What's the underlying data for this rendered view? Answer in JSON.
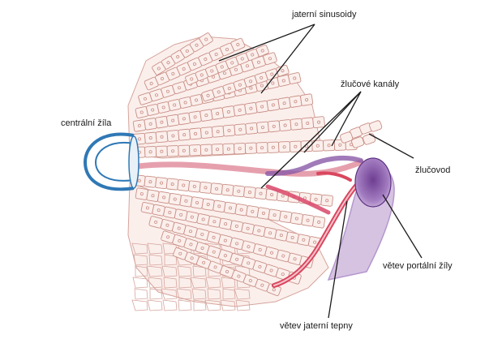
{
  "labels": {
    "sinusoids": "jaterní sinusoidy",
    "bile_canals": "žlučové kanály",
    "central_vein": "centrální žíla",
    "bile_duct": "žlučovod",
    "portal_vein_branch": "větev portální žíly",
    "hepatic_artery_branch": "větev jaterní tepny"
  },
  "colors": {
    "cell_outline": "#c98f86",
    "cell_fill": "#fbefec",
    "nucleus": "#c98f86",
    "central_vein": "#2f78b5",
    "sinusoid_red": "#e6a0ad",
    "portal_vein": "#8a5aa8",
    "hepatic_artery": "#d9475f",
    "leader_line": "#1a1a1a"
  }
}
